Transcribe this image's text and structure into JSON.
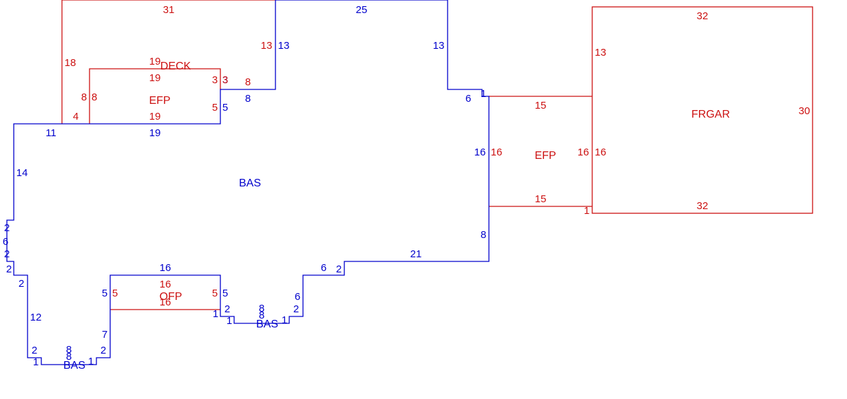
{
  "colors": {
    "living_area": "#0000cc",
    "other_area": "#cc1111",
    "background": "#ffffff"
  },
  "areas": {
    "bas_main": "BAS",
    "bas_small_1": "BAS",
    "bas_small_2": "BAS",
    "deck": "DECK",
    "efp_left": "EFP",
    "efp_right": "EFP",
    "ofp": "OFP",
    "frgar": "FRGAR"
  },
  "dims": {
    "bas": [
      "25",
      "13",
      "6",
      "1",
      "16",
      "8",
      "21",
      "2",
      "6",
      "6",
      "2",
      "8",
      "8",
      "1",
      "1",
      "2",
      "5",
      "16",
      "5",
      "7",
      "2",
      "8",
      "8",
      "1",
      "1",
      "2",
      "12",
      "2",
      "2",
      "6",
      "2",
      "14",
      "11",
      "19",
      "5",
      "8",
      "3",
      "13"
    ],
    "deck": [
      "31",
      "18",
      "13",
      "8",
      "4",
      "19"
    ],
    "efp_left": [
      "19",
      "3",
      "5",
      "19",
      "8"
    ],
    "efp_right": [
      "15",
      "16",
      "16",
      "15",
      "1"
    ],
    "ofp": [
      "5",
      "16",
      "5",
      "16",
      "1"
    ],
    "frgar": [
      "32",
      "13",
      "30",
      "16",
      "32"
    ]
  }
}
